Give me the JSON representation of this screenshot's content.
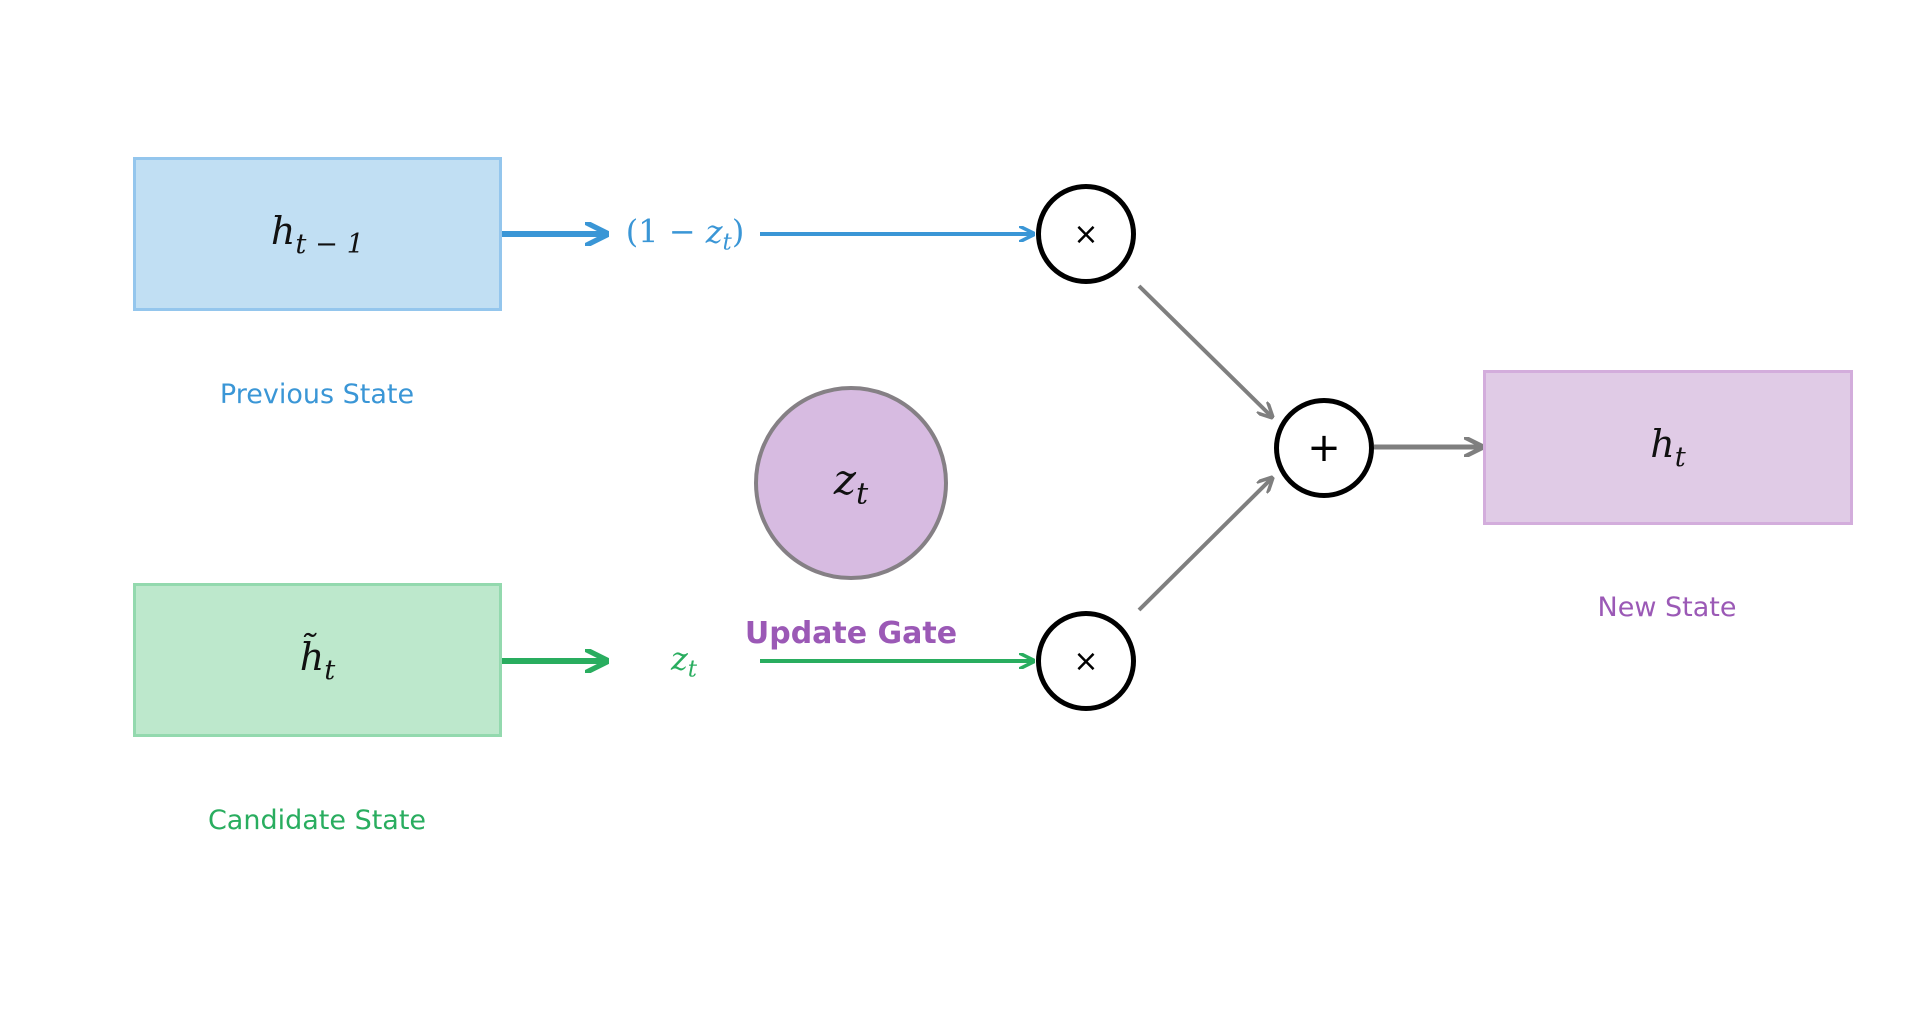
{
  "colors": {
    "previous": "#3a96d6",
    "previous_fill": "#c1dff3",
    "previous_border": "#94c6ed",
    "candidate": "#29ad5f",
    "candidate_fill": "#bde8cc",
    "candidate_border": "#93d9ae",
    "gate": "#9b59b6",
    "gate_fill": "#d7bbe1",
    "gate_border": "#858085",
    "new": "#9b59b6",
    "new_fill": "#e0cbe6",
    "new_border": "#d3addc",
    "connector": "#7f7f7f"
  },
  "previous_state": {
    "symbol": "h",
    "subscript": "t − 1",
    "caption": "Previous State"
  },
  "candidate_state": {
    "symbol": "h̃",
    "subscript": "t",
    "caption": "Candidate State"
  },
  "update_gate": {
    "symbol": "z",
    "subscript": "t",
    "caption": "Update Gate"
  },
  "new_state": {
    "symbol": "h",
    "subscript": "t",
    "caption": "New State"
  },
  "weights": {
    "top": {
      "open": "(1 − ",
      "symbol": "z",
      "subscript": "t",
      "close": ")"
    },
    "bottom": {
      "symbol": "z",
      "subscript": "t"
    }
  },
  "operators": {
    "multiply_top": "×",
    "multiply_bottom": "×",
    "add": "+"
  },
  "arrow_icon": "arrowhead"
}
